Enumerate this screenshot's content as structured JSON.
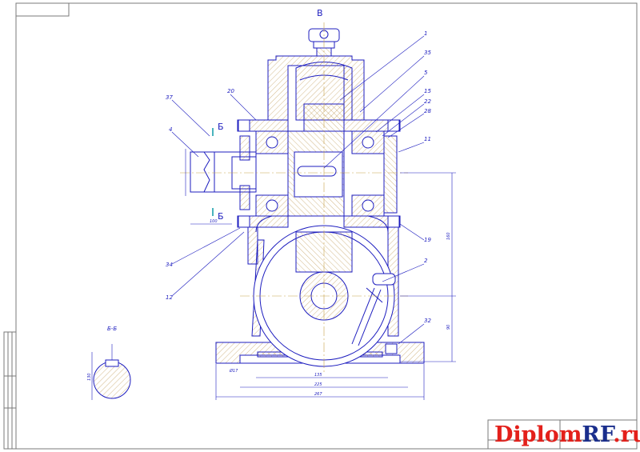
{
  "view_label": "B",
  "section_marker": "Б",
  "section_title": "Б-Б",
  "callouts": {
    "c1": "1",
    "c35": "35",
    "c5": "5",
    "c15": "15",
    "c22": "22",
    "c28": "28",
    "c11": "11",
    "c20": "20",
    "c37": "37",
    "c4": "4",
    "c19": "19",
    "c2": "2",
    "c34": "34",
    "c12": "12",
    "c32": "32"
  },
  "dimensions": {
    "d160": "160",
    "d90": "90",
    "d135": "135",
    "d225": "225",
    "d267": "267",
    "d17": "Ø17",
    "d100": "100",
    "d130": "130"
  },
  "watermark": {
    "part1": "Diplom",
    "part2": "RF",
    "part3": ".ru"
  },
  "colors": {
    "line": "#1d1dbf",
    "hatch": "#b58a3a",
    "center": "#c8a24a",
    "frame": "#7a7a7a",
    "brand_red": "#e3201b",
    "brand_blue": "#1a2e8c"
  }
}
